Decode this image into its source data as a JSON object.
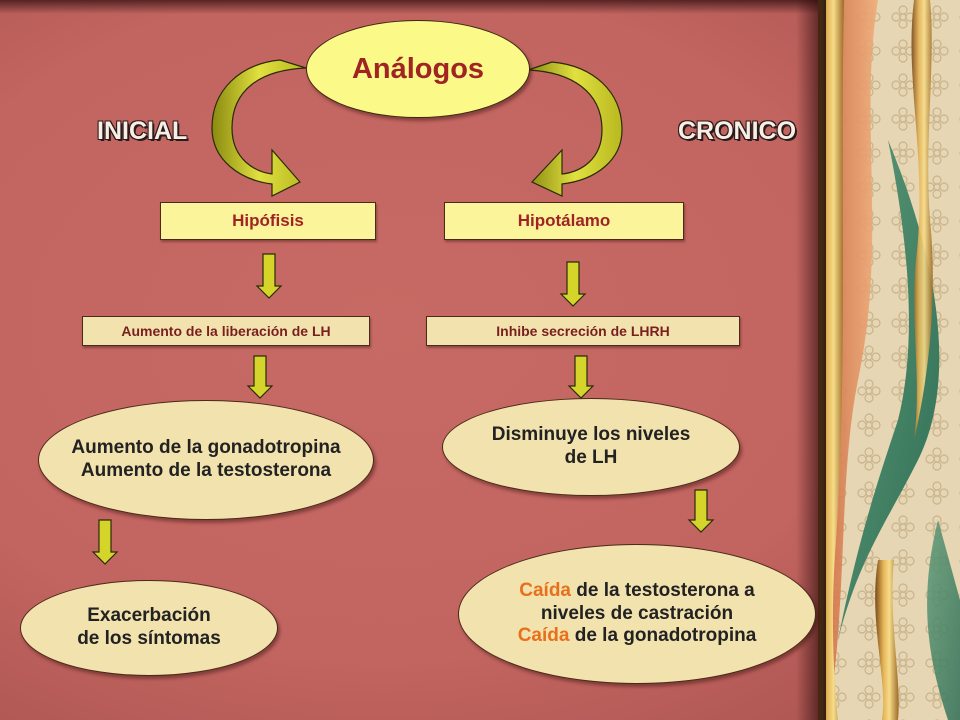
{
  "diagram": {
    "center": {
      "label": "Análogos"
    },
    "phases": {
      "initial": "INICIAL",
      "chronic": "CRONICO"
    },
    "initial_branch": {
      "organ": "Hipófisis",
      "effect": "Aumento de la liberación de LH",
      "result_lines": [
        "Aumento de la gonadotropina",
        "Aumento de la testosterona"
      ],
      "outcome_lines": [
        "Exacerbación",
        "de los síntomas"
      ]
    },
    "chronic_branch": {
      "organ": "Hipotálamo",
      "effect": "Inhibe secreción de LHRH",
      "result_lines": [
        "Disminuye los niveles",
        "de LH"
      ],
      "outcome": {
        "line1_highlight": "Caída",
        "line1_rest": " de la testosterona a",
        "line2": "niveles de castración",
        "line3_highlight": "Caída",
        "line3_rest": " de la gonadotropina"
      }
    }
  },
  "colors": {
    "background": "#c46560",
    "box_fill": "#f2e2ae",
    "center_fill": "#fbfa88",
    "arrow_fill": "#d4d42a",
    "label_red": "#a02424",
    "highlight_orange": "#e8701c"
  }
}
